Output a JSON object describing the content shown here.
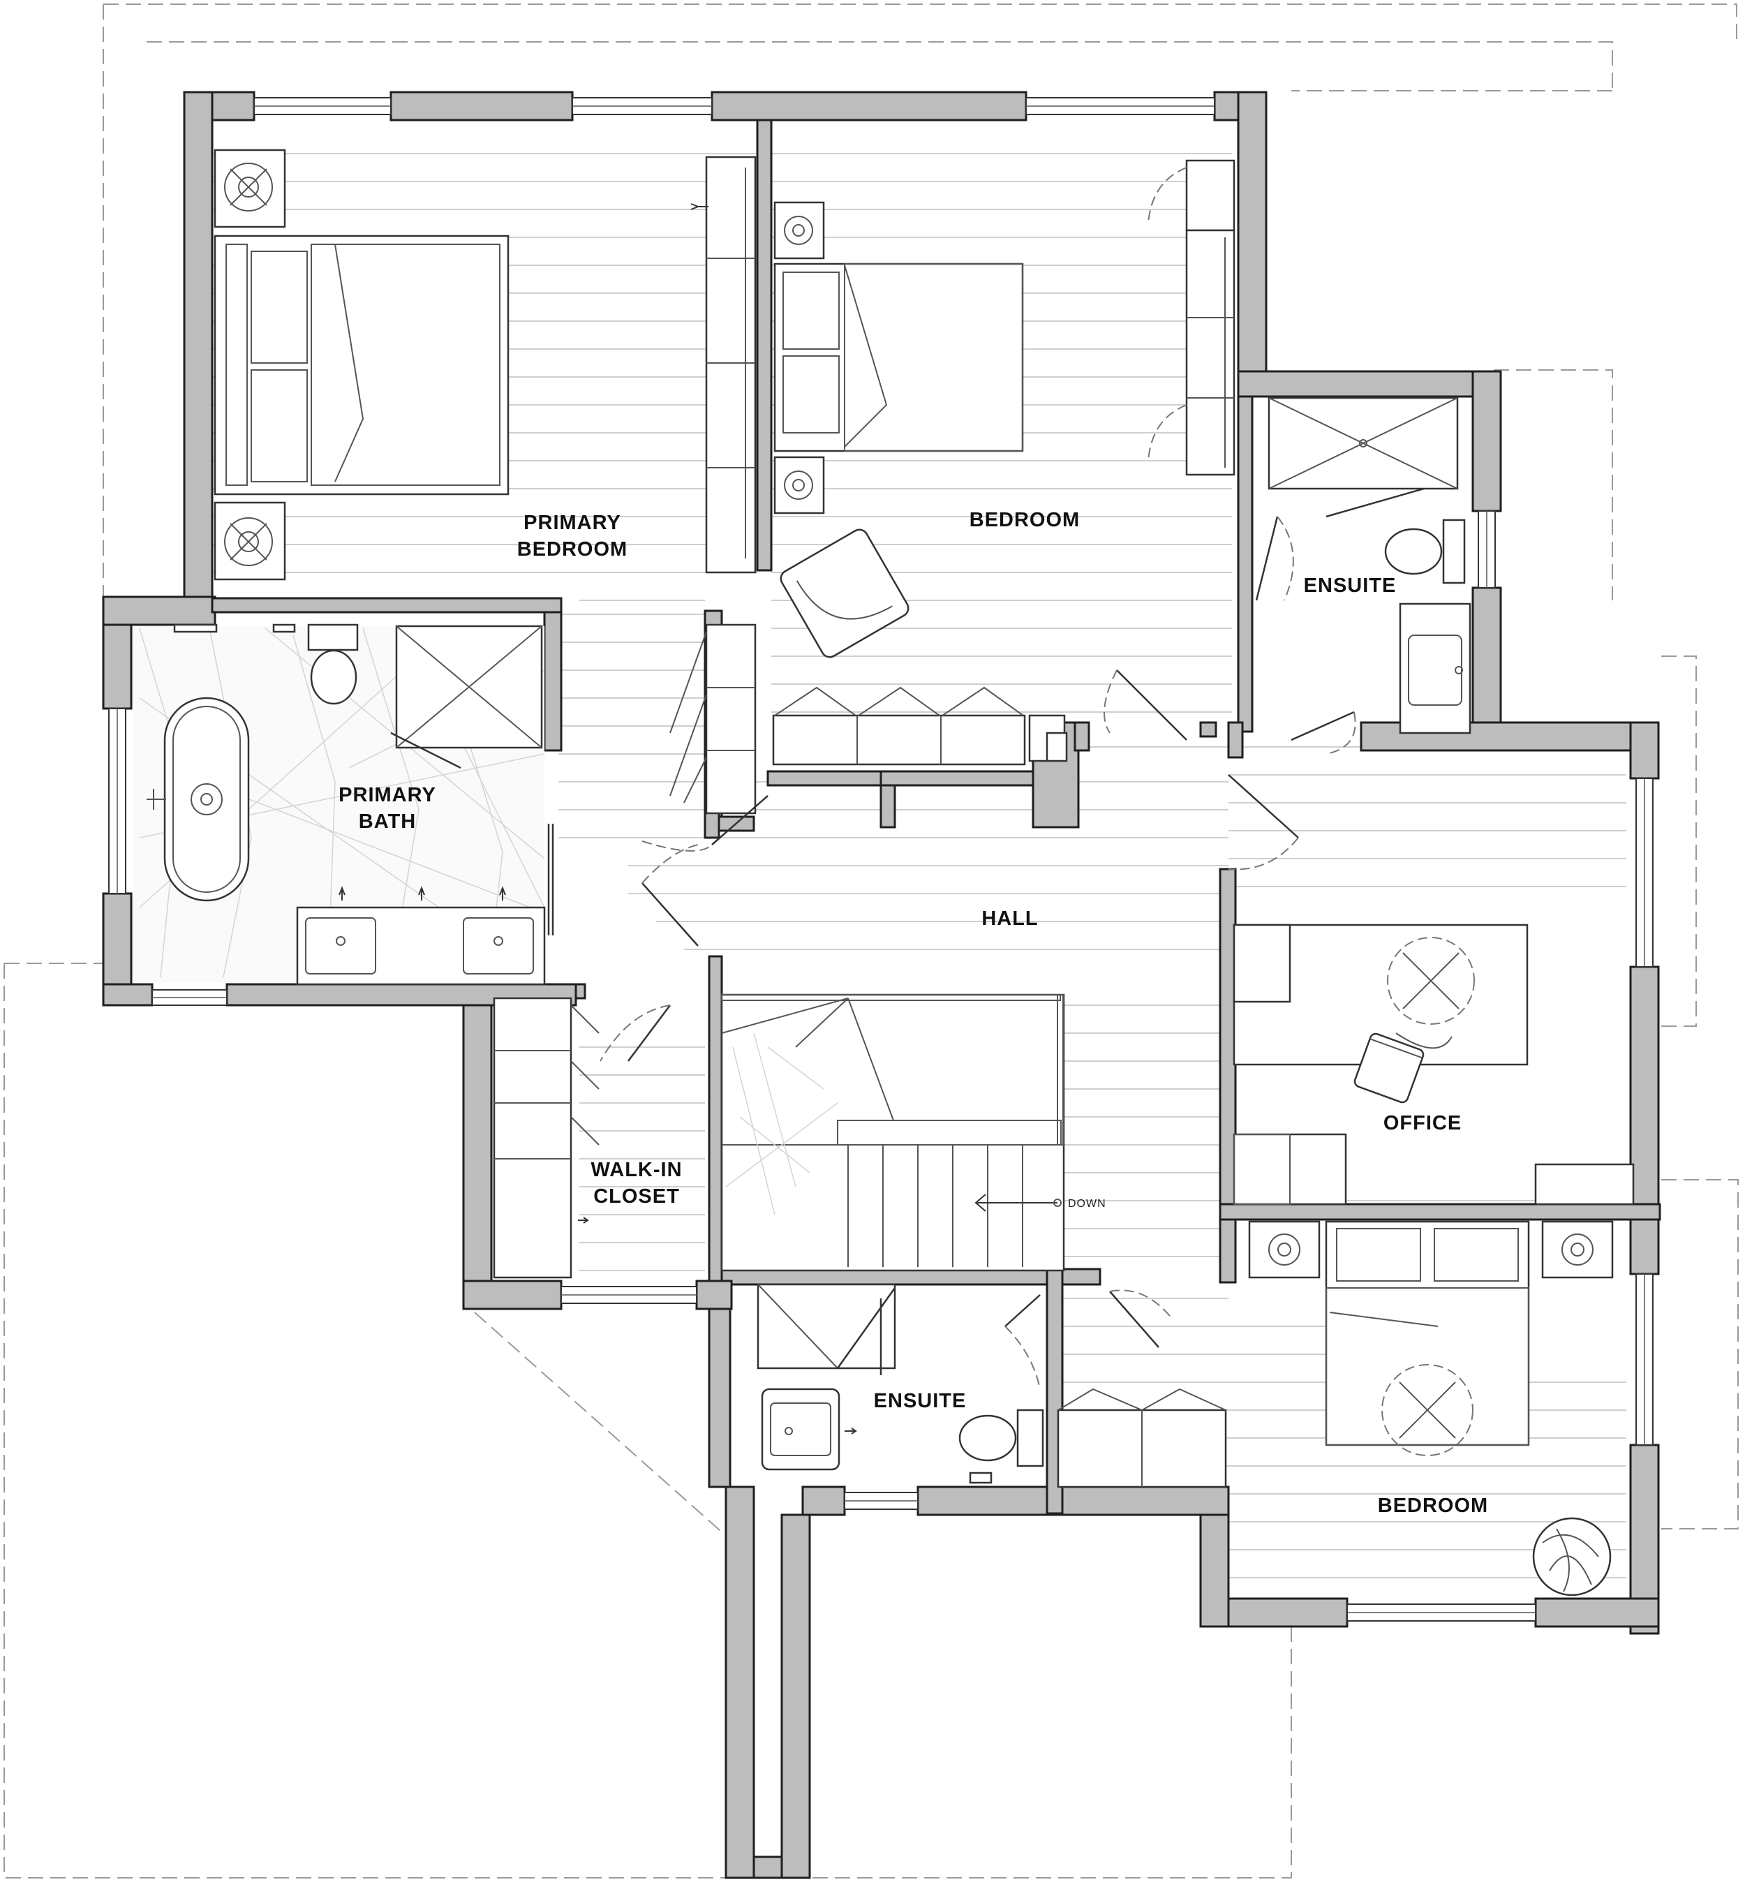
{
  "rooms": {
    "primary_bedroom": [
      "PRIMARY",
      "BEDROOM"
    ],
    "bedroom_north": "BEDROOM",
    "ensuite_east": "ENSUITE",
    "primary_bath": [
      "PRIMARY",
      "BATH"
    ],
    "hall": "HALL",
    "office": "OFFICE",
    "walk_in_closet": [
      "WALK-IN",
      "CLOSET"
    ],
    "ensuite_south": "ENSUITE",
    "bedroom_south": "BEDROOM"
  },
  "stair_label": "DOWN",
  "colors": {
    "wall_fill": "#bdbdbd",
    "line": "#1f1f1f",
    "floor_line": "#cfcfcf"
  }
}
